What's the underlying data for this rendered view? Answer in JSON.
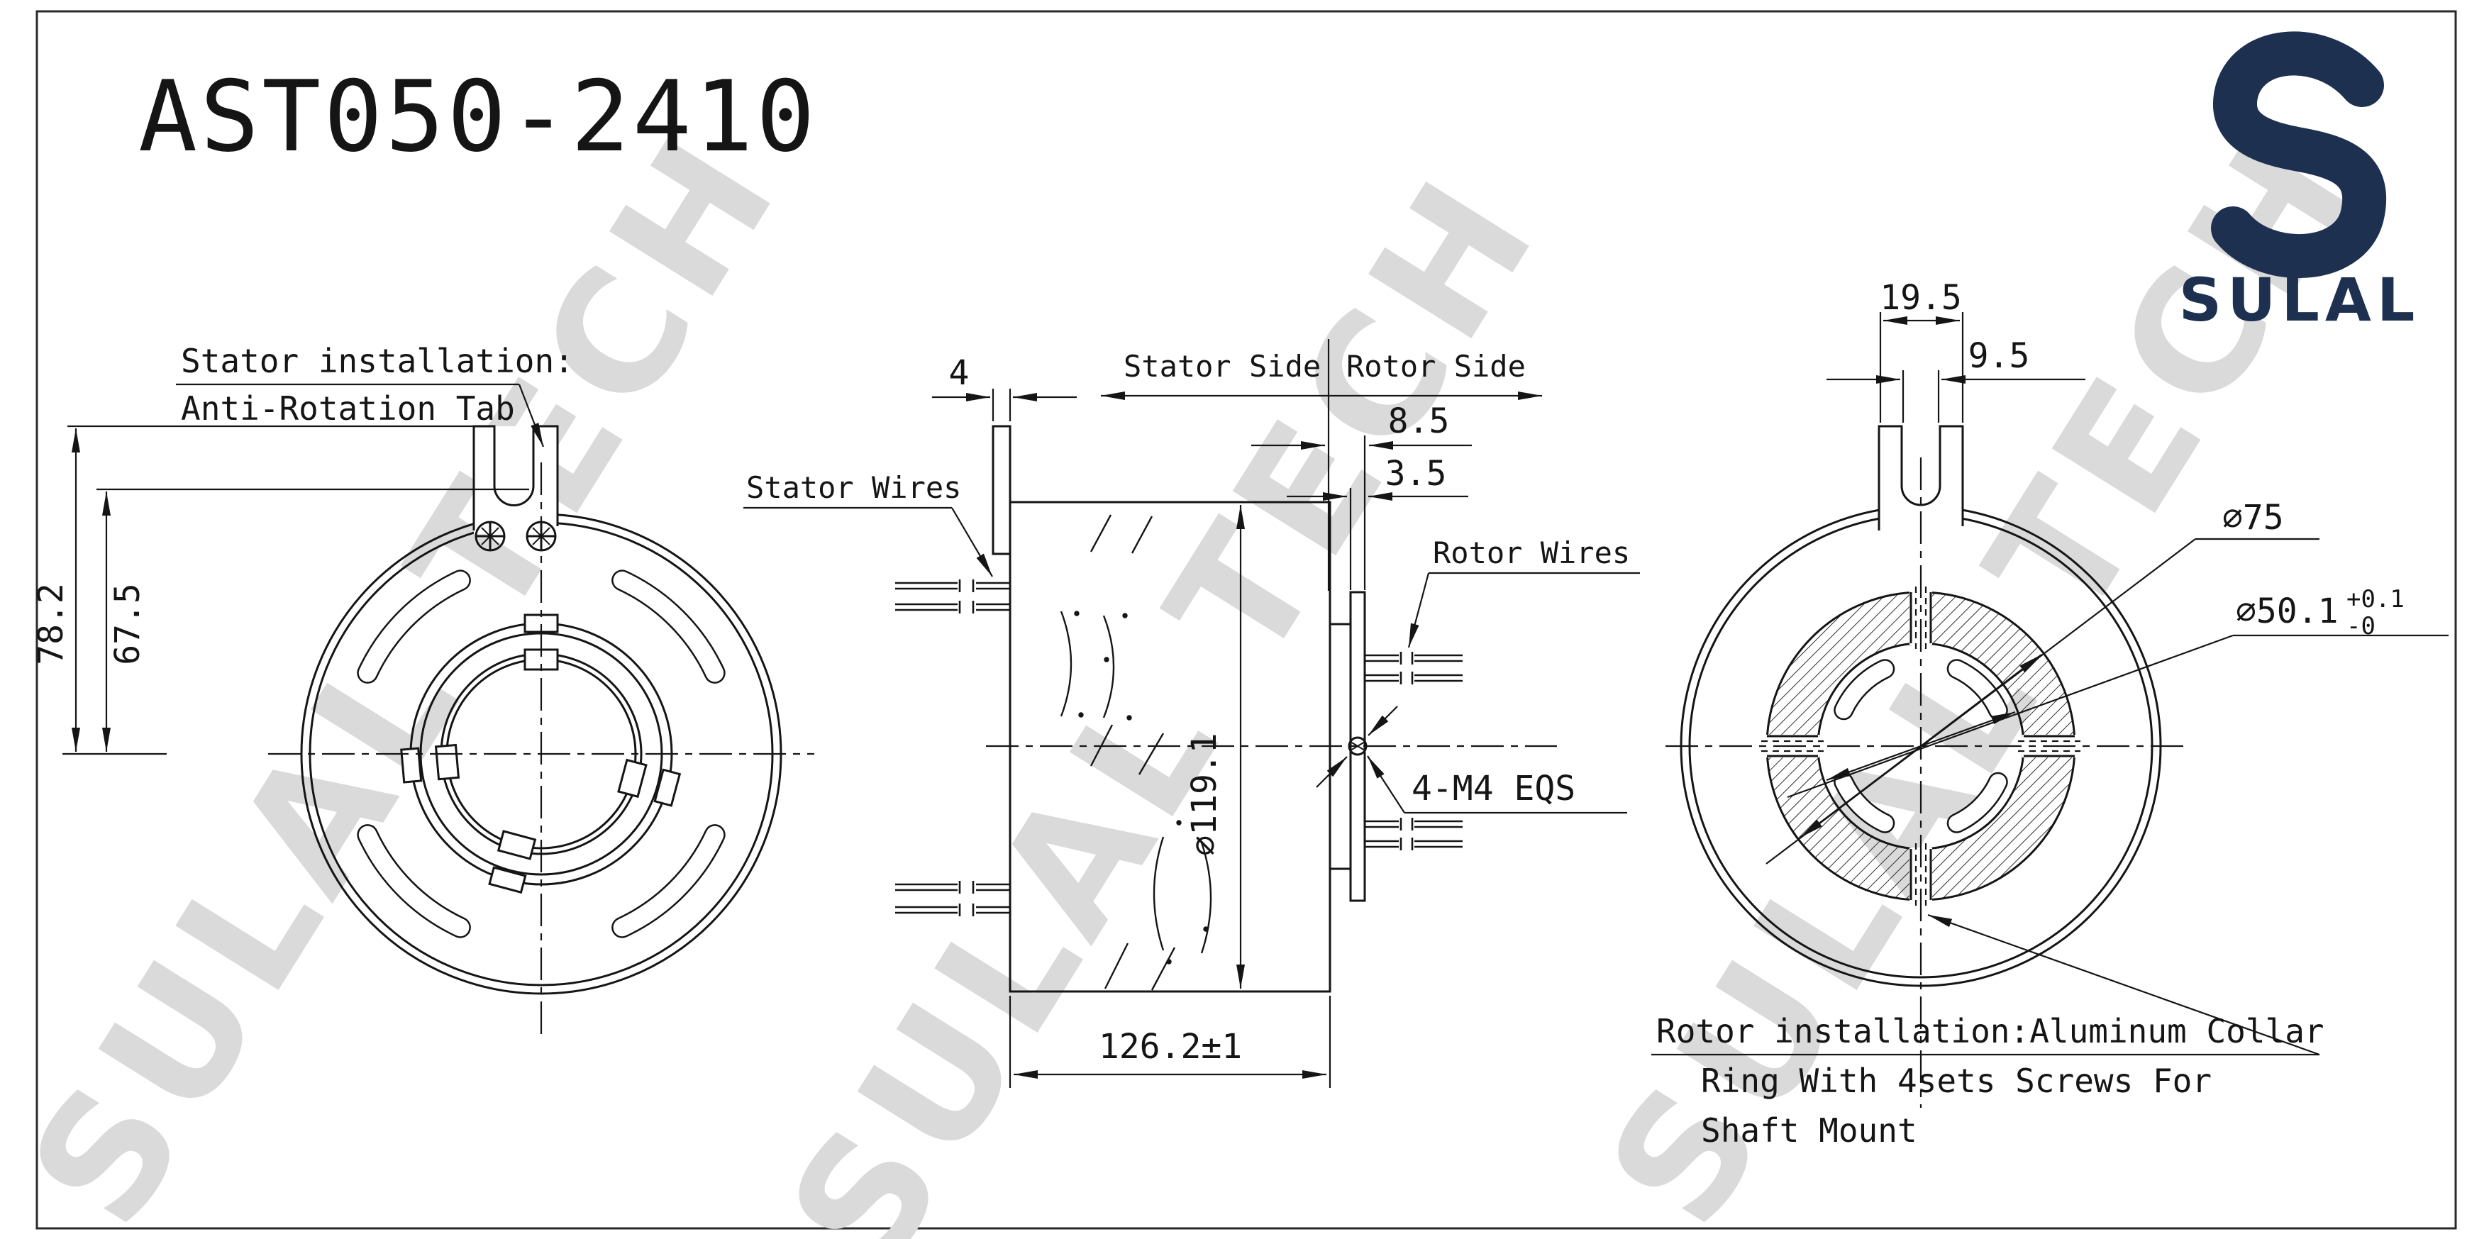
{
  "title": "AST050-2410",
  "brand": "SULAL",
  "watermark": "SULAL TECH",
  "colors": {
    "line": "#151515",
    "watermark": "#dadada",
    "logo_navy": "#1e3050"
  },
  "front_view": {
    "note_line1": "Stator installation:",
    "note_line2": "Anti-Rotation Tab",
    "dim_height_to_tab_top": "78.2",
    "dim_height_to_slot": "67.5"
  },
  "side_view": {
    "stator_side": "Stator Side",
    "rotor_side": "Rotor Side",
    "stator_wires": "Stator Wires",
    "rotor_wires": "Rotor Wires",
    "screw_callout": "4-M4 EQS",
    "dim_tab_thickness": "4",
    "dim_flange_offset": "8.5",
    "dim_flange_thickness": "3.5",
    "dim_body_diameter": "⌀119.1",
    "dim_overall_length": "126.2±1"
  },
  "rear_view": {
    "dim_tab_width": "19.5",
    "dim_slot_width": "9.5",
    "dim_flange_diameter": "⌀75",
    "dim_bore_diameter": "⌀50.1",
    "dim_bore_tol_upper": "+0.1",
    "dim_bore_tol_lower": "-0",
    "note_line1": "Rotor installation:Aluminum Collar",
    "note_line2": "Ring With 4sets Screws For",
    "note_line3": "Shaft Mount"
  }
}
